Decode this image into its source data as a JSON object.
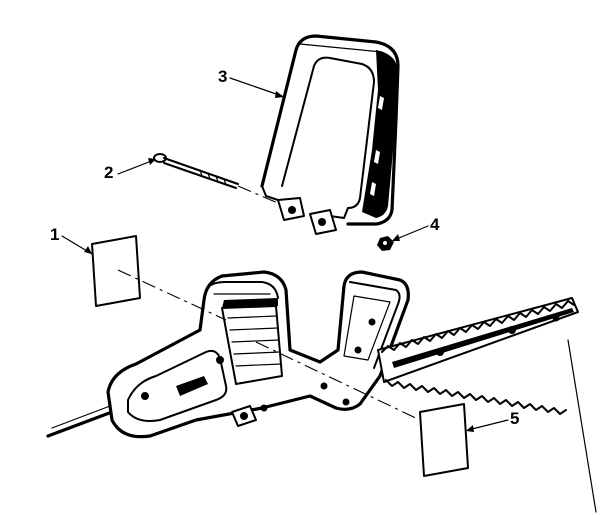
{
  "callouts": [
    {
      "id": "1",
      "label": "1",
      "part": "label-decal"
    },
    {
      "id": "2",
      "label": "2",
      "part": "bolt"
    },
    {
      "id": "3",
      "label": "3",
      "part": "front-handle-guard"
    },
    {
      "id": "4",
      "label": "4",
      "part": "nut"
    },
    {
      "id": "5",
      "label": "5",
      "part": "label-decal"
    }
  ],
  "colors": {
    "ink": "#000000",
    "paper": "#ffffff"
  }
}
